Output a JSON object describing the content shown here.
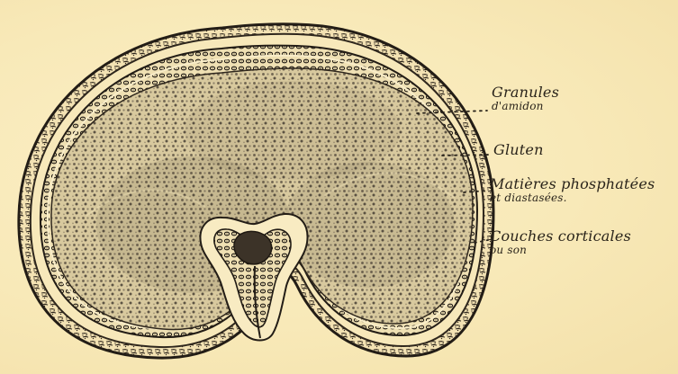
{
  "figure": {
    "background_color": "#f8e9b8",
    "ink_color": "#2a241b",
    "subject": "grain cross-section"
  },
  "labels": {
    "starch": {
      "line1": "Granules",
      "line2": "d'amidon"
    },
    "gluten": {
      "line1": "Gluten"
    },
    "phosphate": {
      "line1": "Matières phosphatées",
      "line2": "et diastasées."
    },
    "bran": {
      "line1": "Couches corticales",
      "line2": "ou son"
    }
  }
}
